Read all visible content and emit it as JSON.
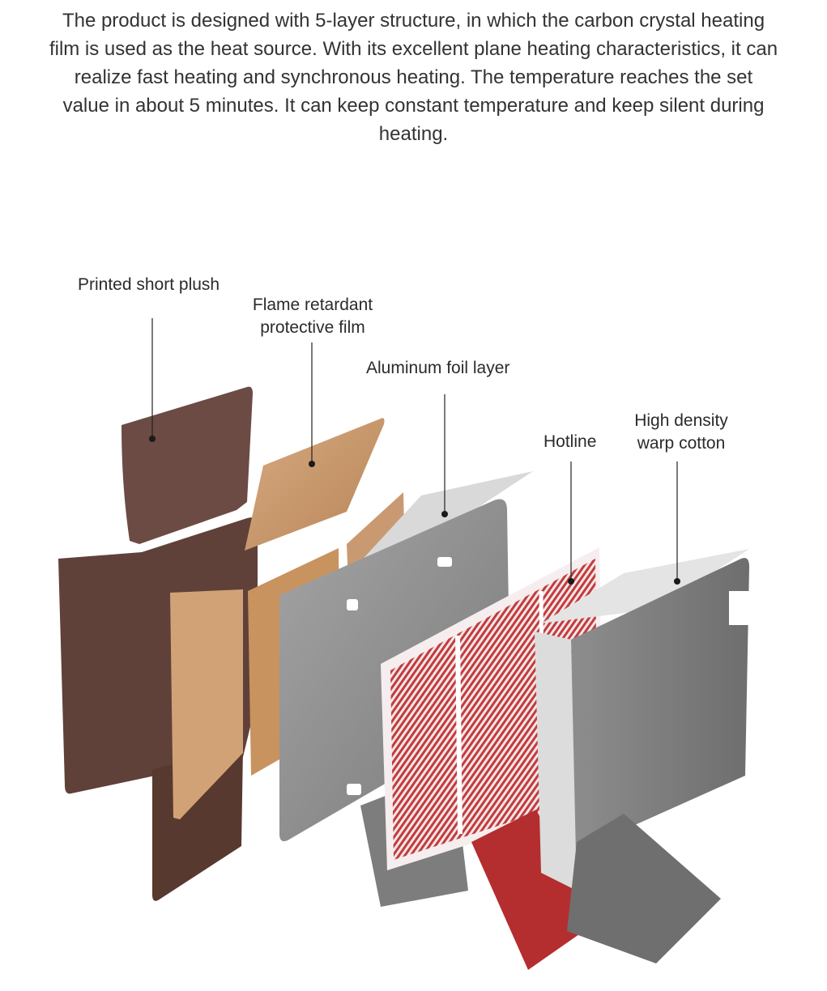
{
  "intro_text": "The product is designed with 5-layer structure, in which the carbon crystal heating film is used as the heat source. With its excellent plane heating characteristics, it can realize fast heating and synchronous heating. The temperature reaches the set value in about 5 minutes. It can keep constant temperature and keep silent during heating.",
  "labels": {
    "printed_short_plush": "Printed short plush",
    "flame_retardant_line1": "Flame retardant",
    "flame_retardant_line2": "protective film",
    "aluminum_foil": "Aluminum foil layer",
    "hotline": "Hotline",
    "warp_cotton_line1": "High density",
    "warp_cotton_line2": "warp cotton"
  },
  "colors": {
    "plush": "#6b4b43",
    "plush_dark": "#57392f",
    "wood": "#c99a72",
    "wood_light": "#dbb38c",
    "foil": "#8e8e8e",
    "foil_light": "#d6d6d6",
    "hotline_red": "#c23b3e",
    "hotline_bg": "#f3e6e6",
    "cotton": "#7b7b7b",
    "cotton_light": "#e6e6e6"
  }
}
